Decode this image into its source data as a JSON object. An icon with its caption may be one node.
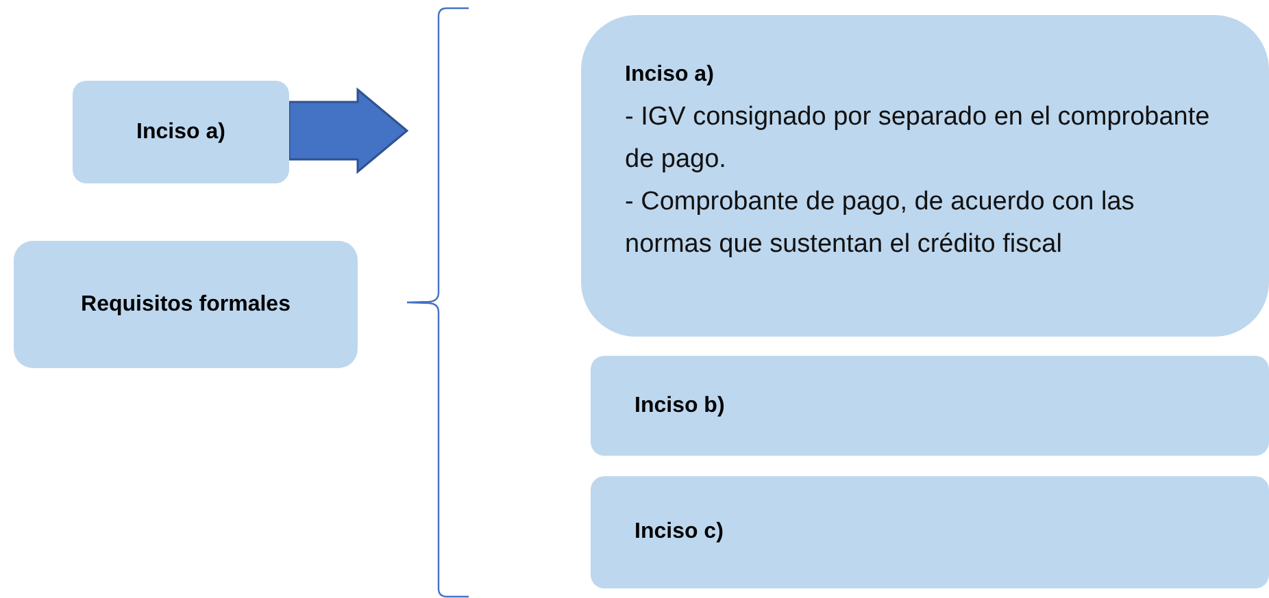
{
  "diagram": {
    "nodes": [
      {
        "text": [
          "Inciso a)"
        ]
      },
      {
        "text": [
          "Requisitos formales"
        ]
      },
      {
        "text": [],
        "shape": "brace"
      },
      {
        "text": [
          "Inciso a)",
          "- IGV consignado por separado en el comprobante de pago.",
          "- Comprobante de pago, de acuerdo con las normas que sustentan el crédito fiscal"
        ]
      },
      {
        "text": [
          "Inciso b)"
        ]
      },
      {
        "text": [
          "Inciso c)"
        ]
      }
    ],
    "edges": [
      {
        "from": 0,
        "to": 2,
        "arrow": "to"
      }
    ]
  }
}
